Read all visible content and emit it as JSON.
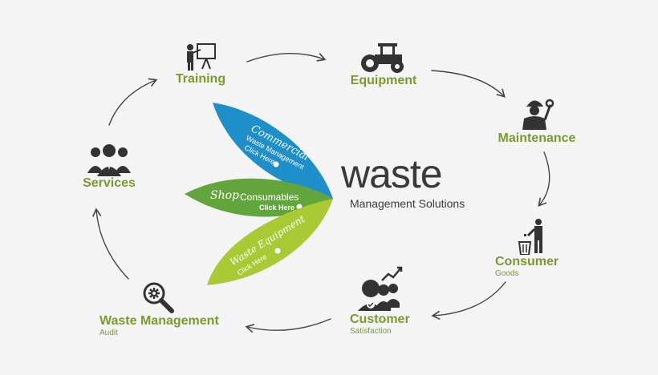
{
  "colors": {
    "green_label": "#7a9a2f",
    "leaf_blue": "#1f8fc9",
    "leaf_green_mid": "#63a53d",
    "leaf_green_light": "#a9c935",
    "icon_dark": "#333333",
    "arrow": "#444444"
  },
  "brand": {
    "word": "waste",
    "subtitle": "Management Solutions"
  },
  "leaves": {
    "commercial": {
      "script": "Commercial",
      "line1": "Waste Management",
      "line2": "Click Here"
    },
    "shop": {
      "script": "Shop",
      "line1": "Consumables",
      "line2": "Click Here"
    },
    "waste_equipment": {
      "script": "Waste Equipment",
      "line2": "Click Here"
    }
  },
  "cycle": {
    "training": {
      "label": "Training",
      "icon": "presentation-board-icon"
    },
    "equipment": {
      "label": "Equipment",
      "icon": "road-roller-icon"
    },
    "maintenance": {
      "label": "Maintenance",
      "icon": "worker-wrench-icon"
    },
    "consumer": {
      "label": "Consumer",
      "sub": "Goods",
      "icon": "person-trash-icon"
    },
    "customer": {
      "label": "Customer",
      "sub": "Satisfaction",
      "icon": "satisfied-people-icon"
    },
    "waste_management": {
      "label": "Waste Management",
      "sub": "Audit",
      "icon": "magnifier-gear-icon"
    },
    "services": {
      "label": "Services",
      "icon": "business-people-icon"
    }
  }
}
